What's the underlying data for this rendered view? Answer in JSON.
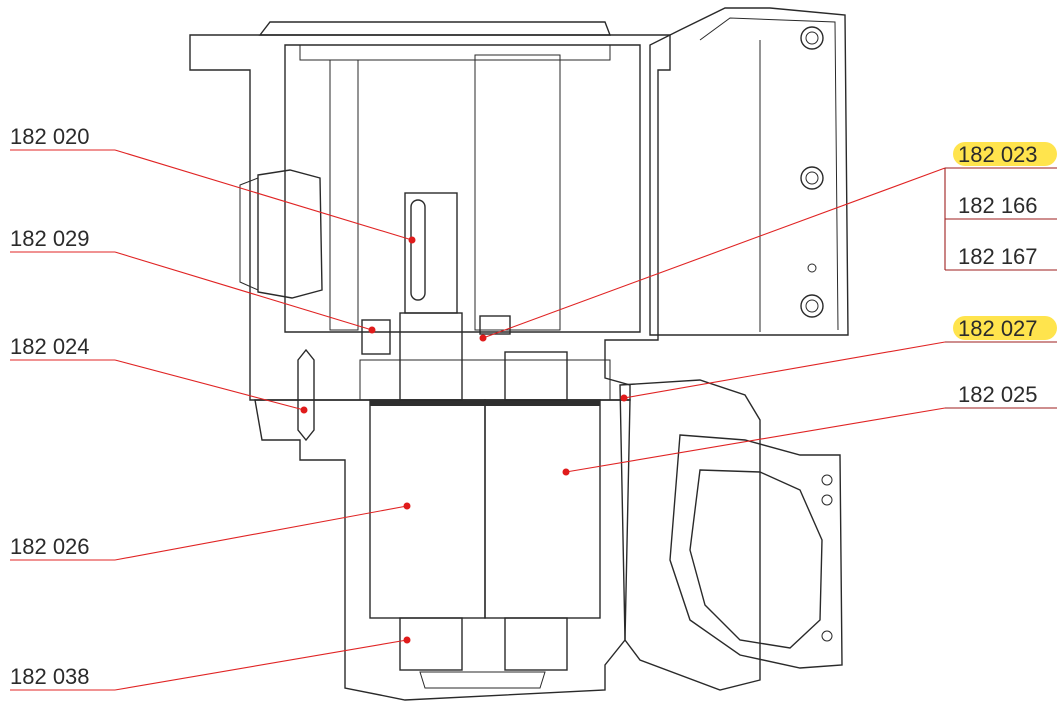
{
  "diagram": {
    "labels": [
      {
        "id": "p182020",
        "text": "182 020",
        "highlighted": false
      },
      {
        "id": "p182029",
        "text": "182 029",
        "highlighted": false
      },
      {
        "id": "p182024",
        "text": "182 024",
        "highlighted": false
      },
      {
        "id": "p182026",
        "text": "182 026",
        "highlighted": false
      },
      {
        "id": "p182038",
        "text": "182 038",
        "highlighted": false
      },
      {
        "id": "p182023",
        "text": "182 023",
        "highlighted": true
      },
      {
        "id": "p182166",
        "text": "182 166",
        "highlighted": false
      },
      {
        "id": "p182167",
        "text": "182 167",
        "highlighted": false
      },
      {
        "id": "p182027",
        "text": "182 027",
        "highlighted": true
      },
      {
        "id": "p182025",
        "text": "182 025",
        "highlighted": false
      }
    ],
    "colors": {
      "leader_line": "#e02424",
      "marker_dot": "#e01b1b",
      "highlight": "#ffe44d",
      "housing_section": "#9a9a9a",
      "lower_section": "#c8c8c8",
      "gear_steel": "#8a8a8a"
    }
  }
}
